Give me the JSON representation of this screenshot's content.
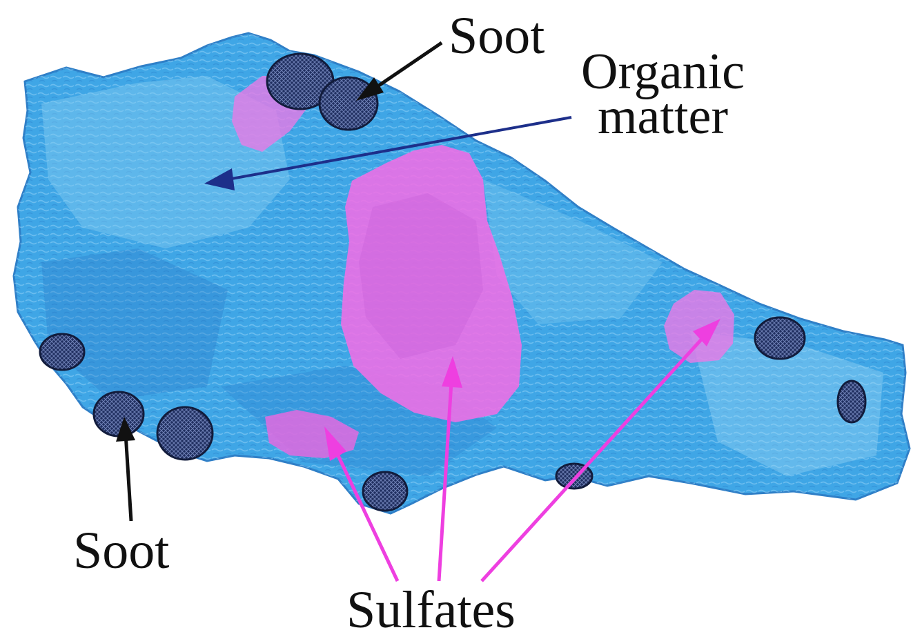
{
  "labels": {
    "soot_top": "Soot",
    "organic_line1": "Organic",
    "organic_line2": "matter",
    "soot_bottom": "Soot",
    "sulfates": "Sulfates"
  },
  "colors": {
    "organic_matter": "#3fa6e6",
    "sulfates": "#f06ee6",
    "soot": "#1c2f5e",
    "arrow_black": "#111111",
    "arrow_blue": "#1d2f8a",
    "arrow_magenta": "#ee3fe0"
  }
}
